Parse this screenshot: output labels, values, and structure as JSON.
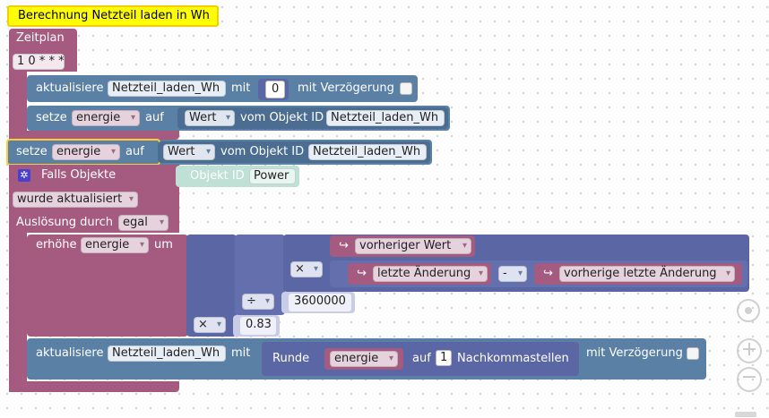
{
  "comment": "Berechnung Netzteil laden in Wh",
  "schedule": {
    "label": "Zeitplan",
    "cron": "1 0 * * *",
    "update": {
      "label": "aktualisiere",
      "var": "Netzteil_laden_Wh",
      "with": "mit",
      "value": "0",
      "delay": "mit Verzögerung"
    },
    "set": {
      "label": "setze",
      "var": "energie",
      "to": "auf",
      "prop": "Wert",
      "from_obj": "vom Objekt ID",
      "obj": "Netzteil_laden_Wh"
    }
  },
  "set2": {
    "label": "setze",
    "var": "energie",
    "to": "auf",
    "prop": "Wert",
    "from_obj": "vom Objekt ID",
    "obj": "Netzteil_laden_Wh"
  },
  "trigger": {
    "label": "Falls Objekte",
    "obj_label": "Objekt ID",
    "obj": "Power",
    "event": "wurde aktualisiert",
    "cause_label": "Auslösung durch",
    "cause": "egal",
    "increase": {
      "label": "erhöhe",
      "var": "energie",
      "by": "um",
      "mult1": "×",
      "div": "÷",
      "mult2": "×",
      "minus": "-",
      "prev_value": "vorheriger Wert",
      "last_change": "letzte Änderung",
      "prev_last_change": "vorherige letzte Änderung",
      "divisor": "3600000",
      "factor": "0.83"
    },
    "update": {
      "label": "aktualisiere",
      "var": "Netzteil_laden_Wh",
      "with": "mit",
      "round": "Runde",
      "round_var": "energie",
      "to": "auf",
      "digits": "1",
      "decimals": "Nachkommastellen",
      "delay": "mit Verzögerung"
    }
  },
  "arrow_glyph": "↪",
  "colors": {
    "event": "#a55b80",
    "value": "#5b80a5",
    "math": "#5b67a5",
    "comment": "#ffff00"
  }
}
